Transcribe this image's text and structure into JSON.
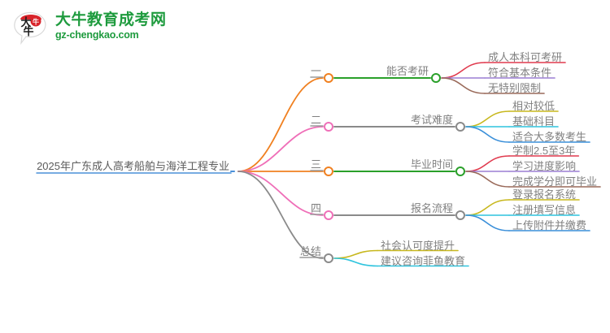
{
  "logo": {
    "mark_text": "大牛",
    "title": "大牛教育成考网",
    "subtitle": "gz-chengkao.com",
    "brand_color": "#1e9b3e",
    "mark_accent": "#d8232a"
  },
  "mindmap": {
    "root": {
      "label": "2025年广东成人高考船舶与海洋工程专业",
      "color": "#4a90d9"
    },
    "branches": [
      {
        "index_label": "一",
        "index_color": "#f08020",
        "topic": "能否考研",
        "topic_color": "#2aa02a",
        "leaves": [
          {
            "text": "成人本科可考研",
            "color": "#e03a4e"
          },
          {
            "text": "符合基本条件",
            "color": "#9b7fd4"
          },
          {
            "text": "无特别限制",
            "color": "#9a6a5a"
          }
        ]
      },
      {
        "index_label": "二",
        "index_color": "#ef6fb8",
        "topic": "考试难度",
        "topic_color": "#8a8a8a",
        "leaves": [
          {
            "text": "相对较低",
            "color": "#c8b81e"
          },
          {
            "text": "基础科目",
            "color": "#2fc4de"
          },
          {
            "text": "适合大多数考生",
            "color": "#3a8fd9"
          }
        ]
      },
      {
        "index_label": "三",
        "index_color": "#f08020",
        "topic": "毕业时间",
        "topic_color": "#2aa02a",
        "leaves": [
          {
            "text": "学制2.5至3年",
            "color": "#e03a4e"
          },
          {
            "text": "学习进度影响",
            "color": "#9b7fd4"
          },
          {
            "text": "完成学分即可毕业",
            "color": "#9a6a5a"
          }
        ]
      },
      {
        "index_label": "四",
        "index_color": "#ef6fb8",
        "topic": "报名流程",
        "topic_color": "#8a8a8a",
        "leaves": [
          {
            "text": "登录报名系统",
            "color": "#c8b81e"
          },
          {
            "text": "注册填写信息",
            "color": "#2fc4de"
          },
          {
            "text": "上传附件并缴费",
            "color": "#3a8fd9"
          }
        ]
      },
      {
        "index_label": "总结",
        "index_color": "#8a8a8a",
        "topic": null,
        "topic_color": "#8a8a8a",
        "leaves": [
          {
            "text": "社会认可度提升",
            "color": "#c8b81e"
          },
          {
            "text": "建议咨询菲鱼教育",
            "color": "#2fc4de"
          }
        ]
      }
    ]
  }
}
